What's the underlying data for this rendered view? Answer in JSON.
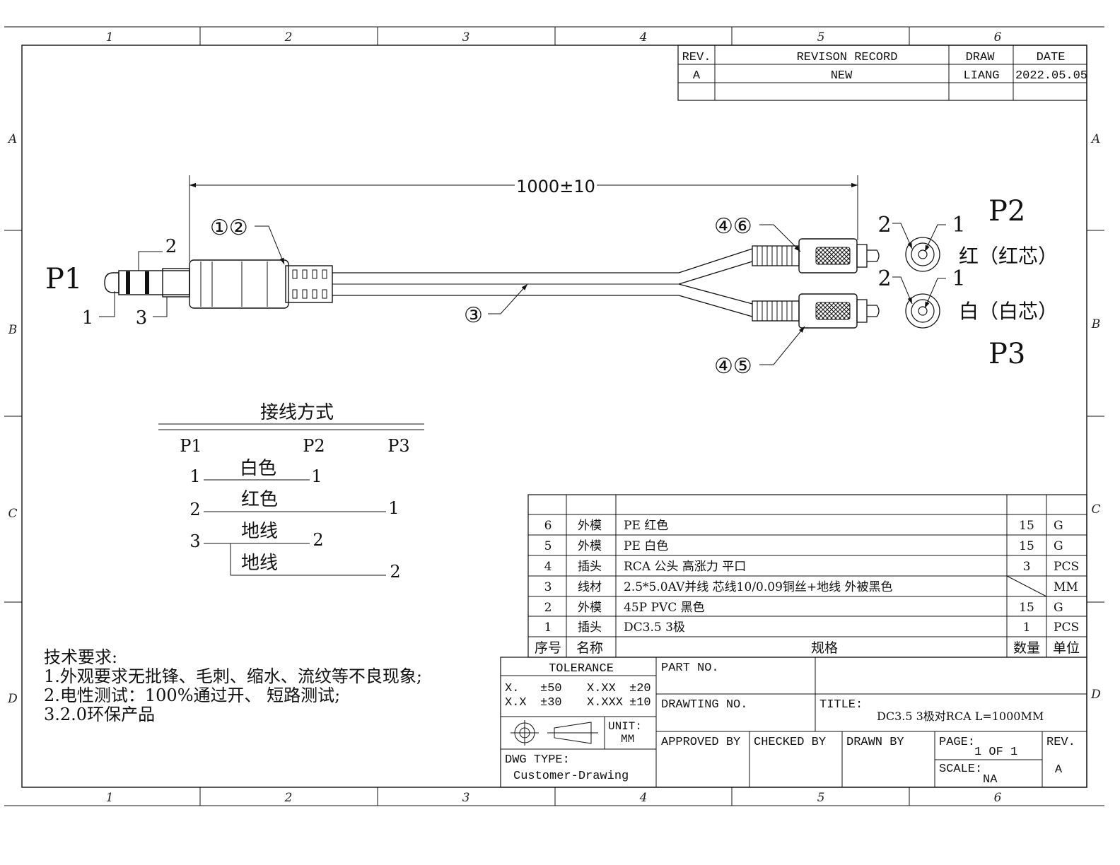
{
  "frame": {
    "cols": [
      "1",
      "2",
      "3",
      "4",
      "5",
      "6"
    ],
    "rows": [
      "A",
      "B",
      "C",
      "D"
    ]
  },
  "revision": {
    "headers": [
      "REV.",
      "REVISON RECORD",
      "DRAW",
      "DATE"
    ],
    "rows": [
      [
        "A",
        "NEW",
        "LIANG",
        "2022.05.05"
      ]
    ]
  },
  "drawing": {
    "length_dim": "1000±10",
    "p1": "P1",
    "p2": "P2",
    "p3": "P3",
    "p2_color": "红（红芯）",
    "p3_color": "白（白芯）",
    "plug_pins": [
      "1",
      "2",
      "3"
    ],
    "rca_pin_labels": [
      "2",
      "1",
      "2",
      "1"
    ],
    "callouts": [
      "①②",
      "③",
      "④⑥",
      "④⑤"
    ]
  },
  "wiring": {
    "title": "接线方式",
    "cols": [
      "P1",
      "P2",
      "P3"
    ],
    "p1_pins": [
      "1",
      "2",
      "3"
    ],
    "wire_labels": [
      "白色",
      "红色",
      "地线",
      "地线"
    ],
    "end_pins": [
      "1",
      "1",
      "2",
      "2"
    ]
  },
  "requirements": {
    "title": "技术要求:",
    "items": [
      "1.外观要求无批锋、毛刺、缩水、流纹等不良现象;",
      "2.电性测试：100%通过开、 短路测试;",
      "3.2.0环保产品"
    ]
  },
  "bom": {
    "headers": [
      "序号",
      "名称",
      "规格",
      "数量",
      "单位"
    ],
    "rows": [
      [
        "6",
        "外模",
        "PE 红色",
        "15",
        "G"
      ],
      [
        "5",
        "外模",
        "PE 白色",
        "15",
        "G"
      ],
      [
        "4",
        "插头",
        "RCA 公头 高涨力 平口",
        "3",
        "PCS"
      ],
      [
        "3",
        "线材",
        "2.5*5.0AV并线 芯线10/0.09铜丝+地线 外被黑色",
        "",
        "MM"
      ],
      [
        "2",
        "外模",
        "45P PVC 黑色",
        "15",
        "G"
      ],
      [
        "1",
        "插头",
        "DC3.5 3极",
        "1",
        "PCS"
      ]
    ]
  },
  "titleblock": {
    "tolerance_label": "TOLERANCE",
    "tol_x": "X.",
    "tol_x_val": "±50",
    "tol_xx": "X.XX",
    "tol_xx_val": "±20",
    "tol_x1": "X.X",
    "tol_x1_val": "±30",
    "tol_xxx": "X.XXX",
    "tol_xxx_val": "±10",
    "unit_label": "UNIT:",
    "unit_value": "MM",
    "dwg_type_label": "DWG TYPE:",
    "dwg_type_value": "Customer-Drawing",
    "part_no_label": "PART NO.",
    "drawing_no_label": "DRAWTING NO.",
    "title_label": "TITLE:",
    "title_value": "DC3.5 3极对RCA  L=1000MM",
    "approved_by": "APPROVED BY",
    "checked_by": "CHECKED BY",
    "drawn_by": "DRAWN BY",
    "page_label": "PAGE:",
    "page_value": "1 OF 1",
    "scale_label": "SCALE:",
    "scale_value": "NA",
    "rev_label": "REV.",
    "rev_value": "A"
  }
}
